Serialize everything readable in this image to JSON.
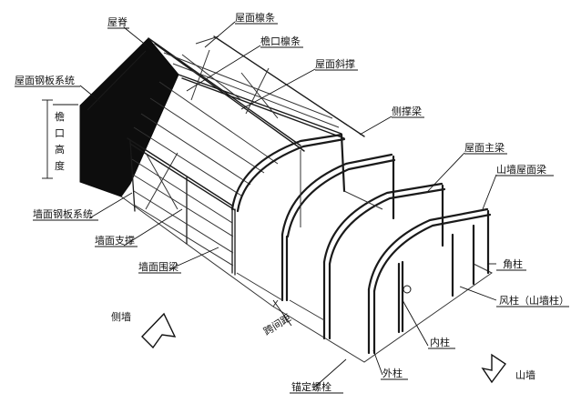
{
  "labels": {
    "roof_ridge": "屋脊",
    "roof_purlin": "屋面檩条",
    "eave_purlin": "檐口檩条",
    "roof_steel_panel_system": "屋面钢板系统",
    "roof_bracing": "屋面斜撑",
    "eave_height": "檐口高度",
    "side_brace_beam": "侧撑梁",
    "roof_main_beam": "屋面主梁",
    "gable_roof_beam": "山墙屋面梁",
    "wall_steel_panel_system": "墙面钢板系统",
    "wall_bracing": "墙面支撑",
    "wall_girt": "墙面围梁",
    "corner_column": "角柱",
    "wind_column": "风柱（山墙柱）",
    "bay_spacing": "跨间距",
    "side_wall": "侧墙",
    "inner_column": "内柱",
    "outer_column": "外柱",
    "anchor_bolt": "锚定螺栓",
    "gable_wall": "山墙"
  },
  "colors": {
    "line": "#1a1a1a",
    "panel": "#0d0d0d",
    "background": "#ffffff"
  }
}
